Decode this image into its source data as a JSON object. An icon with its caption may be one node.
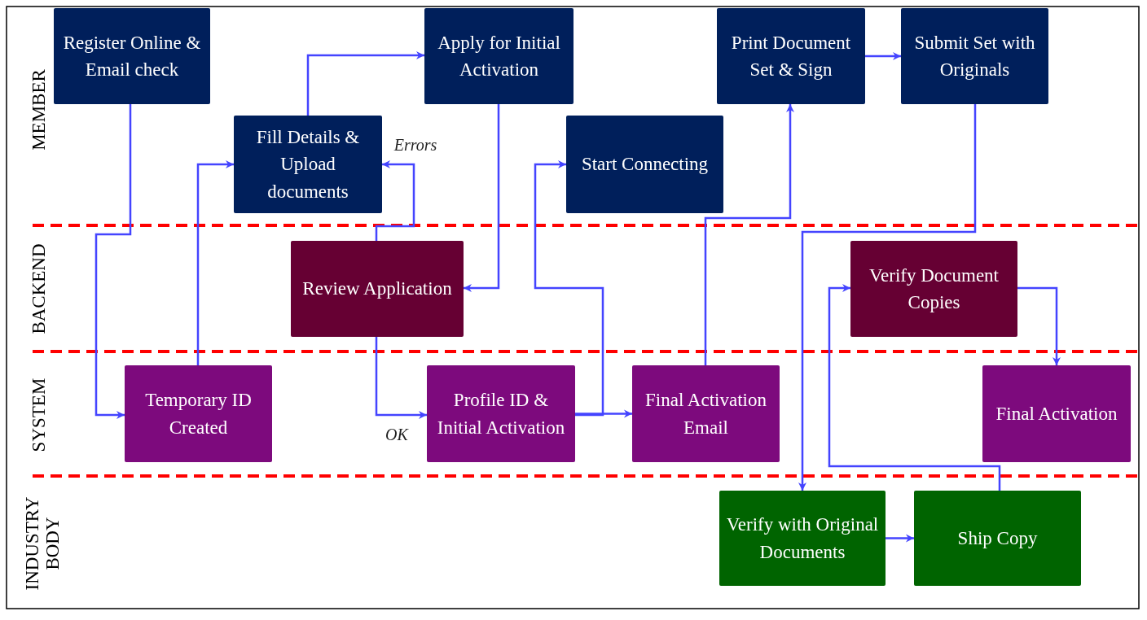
{
  "diagram": {
    "nodes": [
      {
        "text": [
          "Register Online & Email check"
        ]
      },
      {
        "text": [
          "Fill Details & Upload documents"
        ]
      },
      {
        "text": [
          "Apply for Initial Activation"
        ]
      },
      {
        "text": [
          "Start Connecting"
        ]
      },
      {
        "text": [
          "Print Document Set & Sign"
        ]
      },
      {
        "text": [
          "Submit Set with Originals"
        ]
      },
      {
        "text": [
          "Review Application"
        ]
      },
      {
        "text": [
          "Verify Document Copies"
        ]
      },
      {
        "text": [
          "Temporary ID Created"
        ]
      },
      {
        "text": [
          "Profile ID & Initial Activation"
        ]
      },
      {
        "text": [
          "Final Activation Email"
        ]
      },
      {
        "text": [
          "Final Activation"
        ]
      },
      {
        "text": [
          "Verify with Original Documents"
        ]
      },
      {
        "text": [
          "Ship Copy"
        ]
      }
    ],
    "edges": [
      {
        "from": 0,
        "to": 8,
        "arrow": "to"
      },
      {
        "from": 8,
        "to": 1,
        "arrow": "to"
      },
      {
        "from": 1,
        "to": 2,
        "arrow": "to"
      },
      {
        "from": 2,
        "to": 6,
        "arrow": "to"
      },
      {
        "from": 6,
        "to": 1,
        "arrow": "to",
        "label": "Errors"
      },
      {
        "from": 6,
        "to": 9,
        "arrow": "to",
        "label": "OK"
      },
      {
        "from": 9,
        "to": 10,
        "arrow": "to"
      },
      {
        "from": 9,
        "to": 3,
        "arrow": "to"
      },
      {
        "from": 10,
        "to": 4,
        "arrow": "to"
      },
      {
        "from": 4,
        "to": 5,
        "arrow": "to"
      },
      {
        "from": 5,
        "to": 12,
        "arrow": "to"
      },
      {
        "from": 12,
        "to": 13,
        "arrow": "to"
      },
      {
        "from": 13,
        "to": 7,
        "arrow": "to"
      },
      {
        "from": 7,
        "to": 11,
        "arrow": "to"
      }
    ],
    "labels": [
      "MEMBER",
      "BACKEND",
      "SYSTEM",
      "INDUSTRY BODY"
    ]
  }
}
